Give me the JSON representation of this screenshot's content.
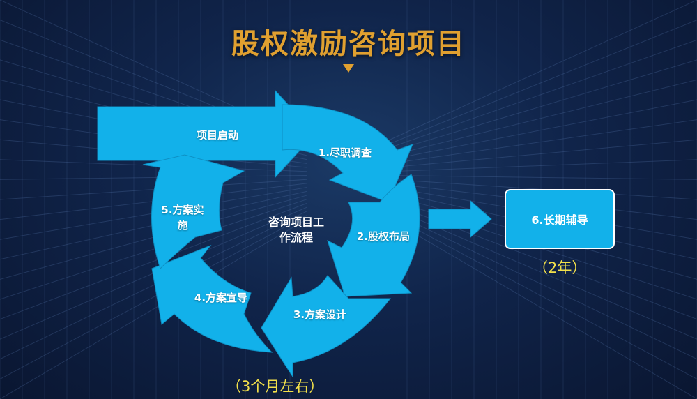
{
  "title": "股权激励咨询项目",
  "center_label": "咨询项目工作流程",
  "steps": {
    "start": "项目启动",
    "s1": "1.尽职调查",
    "s2": "2.股权布局",
    "s3": "3.方案设计",
    "s4": "4.方案宣导",
    "s5_line1": "5.方案实",
    "s5_line2": "施"
  },
  "long_term": {
    "label": "6.长期辅导",
    "duration": "（2年）"
  },
  "cycle_duration": "（3个月左右）",
  "colors": {
    "accent": "#12b1ea",
    "title": "#e0a030",
    "duration": "#f2e04a"
  }
}
